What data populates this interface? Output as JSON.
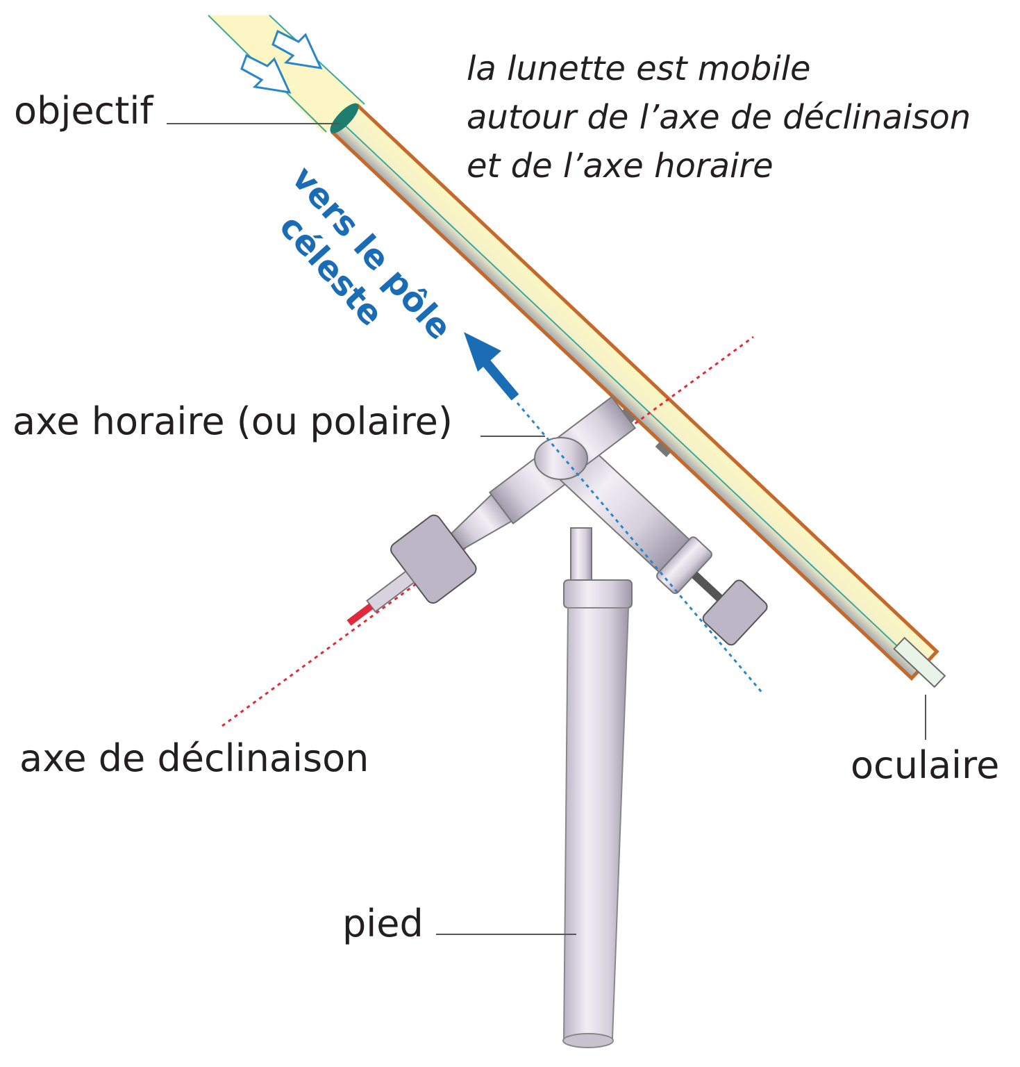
{
  "labels": {
    "objectif": "objectif",
    "axe_horaire": "axe horaire (ou polaire)",
    "axe_declinaison": "axe de déclinaison",
    "oculaire": "oculaire",
    "pied": "pied"
  },
  "note": {
    "line1": "la lunette est mobile",
    "line2": "autour de l’axe de déclinaison",
    "line3": "et de l’axe horaire"
  },
  "direction": {
    "line1": "vers le pôle",
    "line2": "céleste"
  },
  "colors": {
    "light_beam": "#fbf6c4",
    "tube_edge": "#c4692b",
    "declination_axis": "#e0293a",
    "polar_axis": "#2a86c8",
    "arrow": "#1a6db5",
    "metal": "#d9d3e0"
  }
}
